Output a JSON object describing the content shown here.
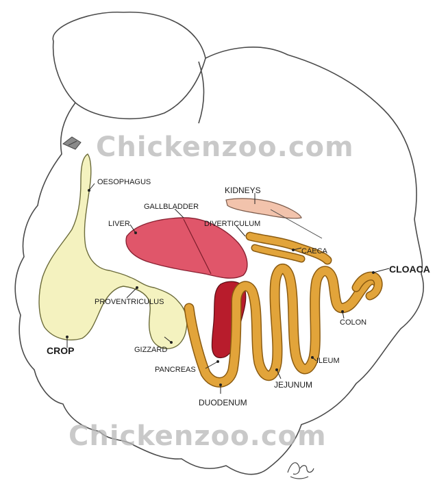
{
  "watermarks": {
    "top": "Chickenzoo.com",
    "bottom": "Chickenzoo.com"
  },
  "labels": {
    "oesophagus": "OESOPHAGUS",
    "kidneys": "KIDNEYS",
    "gallbladder": "GALLBLADDER",
    "liver": "LIVER",
    "diverticulum": "DIVERTICULUM",
    "caeca": "CAECA",
    "cloaca": "CLOACA",
    "proventriculus": "PROVENTRICULUS",
    "colon": "COLON",
    "crop": "CROP",
    "gizzard": "GIZZARD",
    "ileum": "ILEUM",
    "pancreas": "PANCREAS",
    "jejunum": "JEJUNUM",
    "duodenum": "DUODENUM"
  },
  "colors": {
    "outline": "#4a4a4a",
    "crop_fill": "#f4f2bf",
    "liver_fill": "#e0566a",
    "gizzard_dark": "#b81c2c",
    "intestine_fill": "#e2a43a",
    "kidney_fill": "#f2c3ac"
  }
}
